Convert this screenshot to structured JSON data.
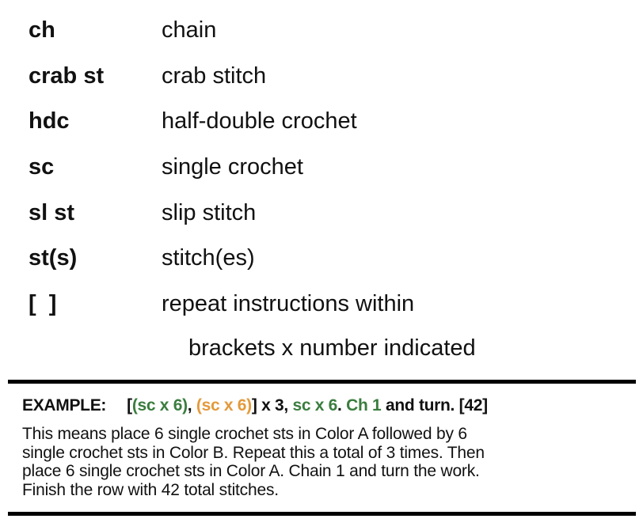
{
  "glossary": [
    {
      "abbr": "ch",
      "definition": "chain"
    },
    {
      "abbr": "crab st",
      "definition": "crab stitch"
    },
    {
      "abbr": "hdc",
      "definition": "half-double crochet"
    },
    {
      "abbr": "sc",
      "definition": "single crochet"
    },
    {
      "abbr": "sl st",
      "definition": "slip stitch"
    },
    {
      "abbr": "st(s)",
      "definition": "stitch(es)"
    },
    {
      "abbr": "[  ]",
      "definition": "repeat instructions within"
    }
  ],
  "glossary_continuation": "brackets x number indicated",
  "example": {
    "label": "EXAMPLE:",
    "segments": [
      {
        "text": "[",
        "color": "#111111"
      },
      {
        "text": "(sc x 6)",
        "color": "#3a7d3e"
      },
      {
        "text": ", ",
        "color": "#111111"
      },
      {
        "text": "(sc x 6)",
        "color": "#e39a3b"
      },
      {
        "text": "] x 3, ",
        "color": "#111111"
      },
      {
        "text": "sc x 6",
        "color": "#3a7d3e"
      },
      {
        "text": ". ",
        "color": "#111111"
      },
      {
        "text": "Ch 1",
        "color": "#3a7d3e"
      },
      {
        "text": " and turn. [42]",
        "color": "#111111"
      }
    ],
    "explanation_lines": [
      "This means place 6 single crochet sts in Color A followed by 6",
      "single crochet sts in Color B. Repeat this a total of 3 times. Then",
      "place 6 single crochet sts in Color A. Chain 1 and turn the work.",
      "Finish the row with 42 total stitches."
    ]
  }
}
